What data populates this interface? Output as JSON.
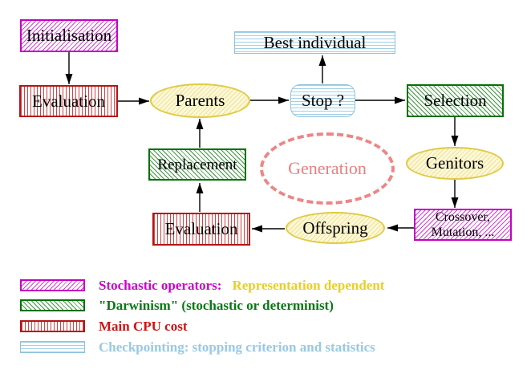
{
  "diagram": {
    "title_hint": "Evolutionary algorithm generation loop",
    "nodes": {
      "initialisation": {
        "label": "Initialisation"
      },
      "evaluation_top": {
        "label": "Evaluation"
      },
      "parents": {
        "label": "Parents"
      },
      "best_individual": {
        "label": "Best individual"
      },
      "stop": {
        "label": "Stop ?"
      },
      "selection": {
        "label": "Selection"
      },
      "genitors": {
        "label": "Genitors"
      },
      "crossover_mutation": {
        "line1": "Crossover,",
        "line2": "Mutation, ..."
      },
      "offspring": {
        "label": "Offspring"
      },
      "evaluation_bottom": {
        "label": "Evaluation"
      },
      "replacement": {
        "label": "Replacement"
      },
      "generation": {
        "label": "Generation"
      }
    },
    "edges": [
      {
        "from": "initialisation",
        "to": "evaluation_top"
      },
      {
        "from": "evaluation_top",
        "to": "parents"
      },
      {
        "from": "parents",
        "to": "stop"
      },
      {
        "from": "stop",
        "to": "best_individual"
      },
      {
        "from": "stop",
        "to": "selection"
      },
      {
        "from": "selection",
        "to": "genitors"
      },
      {
        "from": "genitors",
        "to": "crossover_mutation"
      },
      {
        "from": "crossover_mutation",
        "to": "offspring"
      },
      {
        "from": "offspring",
        "to": "evaluation_bottom"
      },
      {
        "from": "evaluation_bottom",
        "to": "replacement"
      },
      {
        "from": "replacement",
        "to": "parents"
      }
    ],
    "legend": {
      "items": [
        {
          "name": "stochastic-operators",
          "label": "Stochastic operators:",
          "label_extra": "Representation dependent"
        },
        {
          "name": "darwinism",
          "label": "\"Darwinism\" (stochastic or determinist)"
        },
        {
          "name": "main-cpu-cost",
          "label": "Main CPU cost"
        },
        {
          "name": "checkpointing",
          "label": "Checkpointing: stopping criterion and statistics"
        }
      ]
    },
    "colors": {
      "stochastic_magenta": "#cc00cc",
      "darwinism_green": "#067812",
      "cpu_cost_red": "#cc1414",
      "checkpoint_cyan": "#97c9e6",
      "representation_yellow": "#ecce22",
      "generation_salmon": "#ee8585",
      "ellipse_yellow_fill": "#fcf8da",
      "arrow_black": "#000000"
    }
  }
}
